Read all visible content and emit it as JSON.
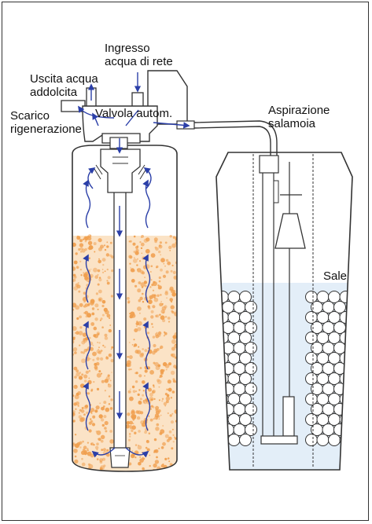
{
  "labels": {
    "ingresso_line1": "Ingresso",
    "ingresso_line2": "acqua di rete",
    "uscita_line1": "Uscita acqua",
    "uscita_line2": "addolcita",
    "scarico_line1": "Scarico",
    "scarico_line2": "rigenerazione",
    "valvola": "Valvola autom.",
    "aspirazione_line1": "Aspirazione",
    "aspirazione_line2": "salamoia",
    "sale": "Sale"
  },
  "colors": {
    "resin": "#f0a050",
    "arrow": "#2b3fa8",
    "brine_water": "#e3eef8",
    "outline": "#333333"
  }
}
